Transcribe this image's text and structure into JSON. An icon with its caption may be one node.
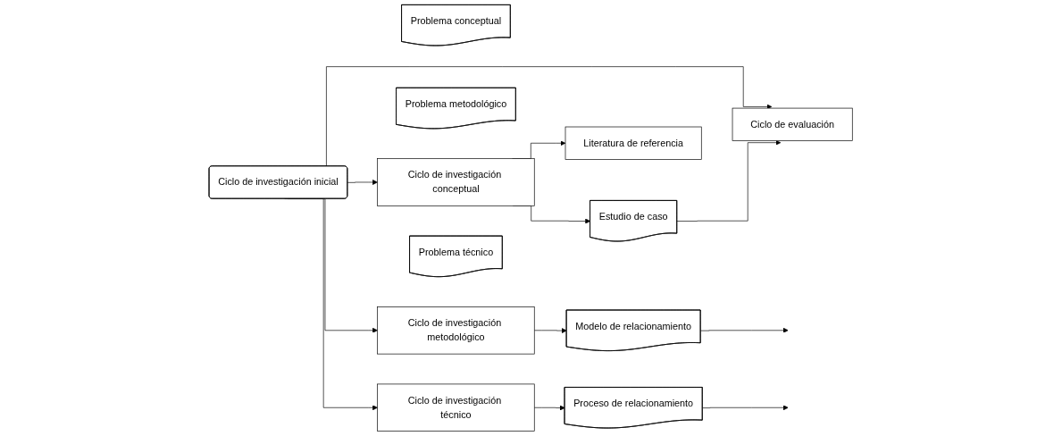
{
  "diagram": {
    "nodes": [
      {
        "text": [
          "Ciclo de investigación inicial"
        ]
      },
      {
        "text": [
          "Problema conceptual"
        ]
      },
      {
        "text": [
          "Ciclo de investigación conceptual"
        ]
      },
      {
        "text": [
          "Estudio de caso"
        ]
      },
      {
        "text": [
          "Literatura de referencia"
        ]
      },
      {
        "text": [
          "Problema metodológico"
        ]
      },
      {
        "text": [
          "Ciclo de investigación metodológico"
        ]
      },
      {
        "text": [
          "Modelo de relacionamiento"
        ]
      },
      {
        "text": [
          "Problema técnico"
        ]
      },
      {
        "text": [
          "Ciclo de investigación técnico"
        ]
      },
      {
        "text": [
          "Proceso de relacionamiento"
        ]
      },
      {
        "text": [
          "Ciclo de evaluación"
        ]
      }
    ],
    "edges": [
      {
        "from": 0,
        "to": 2,
        "arrow": "to"
      },
      {
        "from": 2,
        "to": 3,
        "arrow": "to"
      },
      {
        "from": 2,
        "to": 4,
        "arrow": "to"
      },
      {
        "from": 0,
        "to": 6,
        "arrow": "to"
      },
      {
        "from": 6,
        "to": 7,
        "arrow": "to"
      },
      {
        "from": 7,
        "to": null,
        "arrow": "to"
      },
      {
        "from": 0,
        "to": 9,
        "arrow": "to"
      },
      {
        "from": 9,
        "to": 10,
        "arrow": "to"
      },
      {
        "from": 10,
        "to": null,
        "arrow": "to"
      },
      {
        "from": 0,
        "to": 11,
        "arrow": "to"
      },
      {
        "from": 3,
        "to": 11,
        "arrow": "to"
      }
    ]
  }
}
